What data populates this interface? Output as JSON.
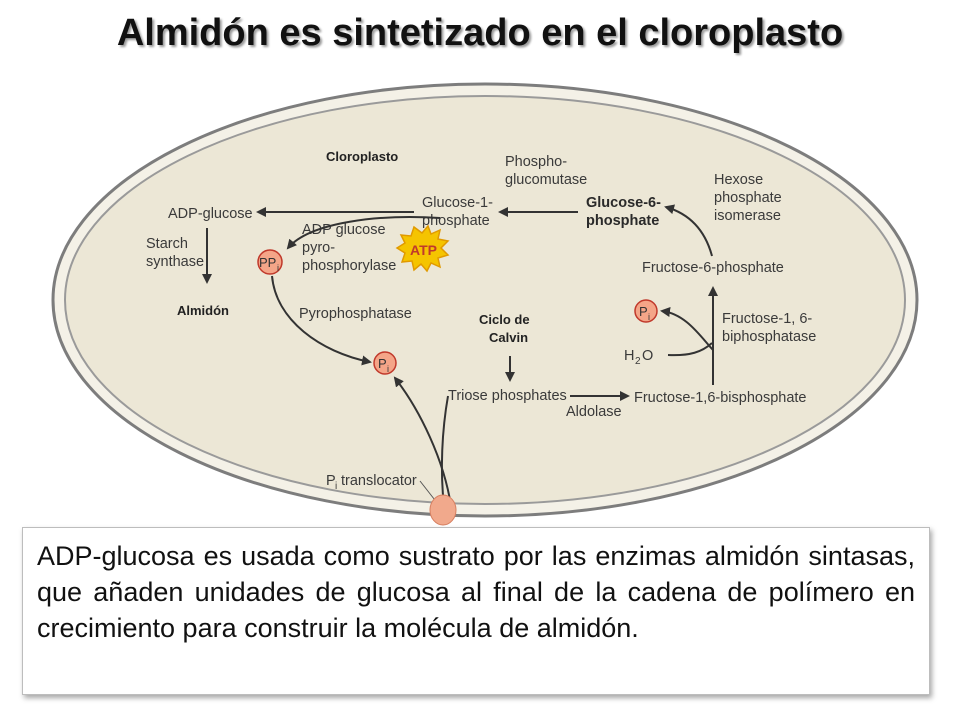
{
  "title": "Almidón es sintetizado en el cloroplasto",
  "diagram": {
    "chloroplast_label": "Cloroplasto",
    "calvin_label_line1": "Ciclo de",
    "calvin_label_line2": "Calvin",
    "starch_label": "Almidón",
    "adp_glucose": "ADP-glucose",
    "starch_synthase_line1": "Starch",
    "starch_synthase_line2": "synthase",
    "glucose1p_line1": "Glucose-1-",
    "glucose1p_line2": "phosphate",
    "phosphoglucomutase_line1": "Phospho-",
    "phosphoglucomutase_line2": "glucomutase",
    "glucose6p_line1": "Glucose-6-",
    "glucose6p_line2": "phosphate",
    "hexose_isomerase_line1": "Hexose",
    "hexose_isomerase_line2": "phosphate",
    "hexose_isomerase_line3": "isomerase",
    "fructose6p": "Fructose-6-phosphate",
    "adp_pyrophosphorylase_line1": "ADP glucose",
    "adp_pyrophosphorylase_line2": "pyro-",
    "adp_pyrophosphorylase_line3": "phosphorylase",
    "atp": "ATP",
    "ppi": "PP",
    "ppi_sub": "i",
    "pyrophosphatase": "Pyrophosphatase",
    "pi": "P",
    "pi_sub": "i",
    "fbpase_line1": "Fructose-1, 6-",
    "fbpase_line2": "biphosphatase",
    "h2o_h": "H",
    "h2o_sub": "2",
    "h2o_o": "O",
    "triose_phosphates": "Triose phosphates",
    "aldolase": "Aldolase",
    "fructose16bp": "Fructose-1,6-bisphosphate",
    "pi_translocator": "translocator",
    "pi_translocator_p": "P",
    "pi_translocator_sub": "i",
    "colors": {
      "stroma": "#ede8d9",
      "membrane": "#8a8a8a",
      "pi_circle": "#f4a588",
      "atp_star": "#f5c400",
      "translocator": "#f1a98c"
    }
  },
  "caption": "ADP-glucosa es usada como sustrato por las enzimas almidón sintasas, que añaden unidades de glucosa al final de la cadena de polímero en crecimiento para construir la molécula de almidón."
}
